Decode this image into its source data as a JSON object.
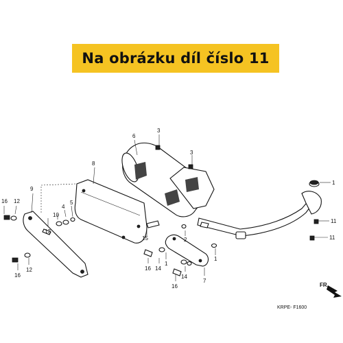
{
  "banner": {
    "text": "Na obrázku díl číslo 11",
    "color": "#f5c322"
  },
  "callouts": {
    "c1": "1",
    "c2": "2",
    "c3a": "3",
    "c3b": "3",
    "c4": "4",
    "c5": "5",
    "c6": "6",
    "c7": "7",
    "c8": "8",
    "c9": "9",
    "c10": "10",
    "c11a": "11",
    "c11b": "11",
    "c12a": "12",
    "c12b": "12",
    "c13": "13",
    "c14a": "14",
    "c14b": "14",
    "c15": "15",
    "c16a": "16",
    "c16b": "16",
    "c16c": "16",
    "c16d": "16"
  },
  "front_marker": "FR.",
  "drawing_code": "KRPE- F1600"
}
